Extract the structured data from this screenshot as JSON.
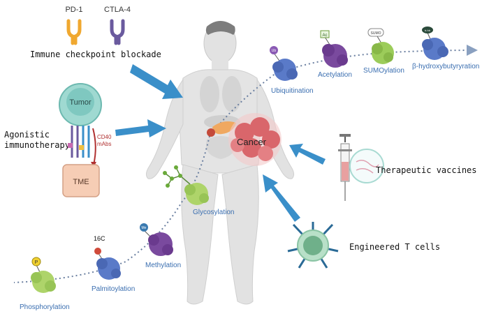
{
  "checkpoint": {
    "pd1_label": "PD-1",
    "ctla4_label": "CTLA-4",
    "title": "Immune checkpoint blockade"
  },
  "agonistic": {
    "title_line1": "Agonistic",
    "title_line2": "immunotherapy",
    "tumor_label": "Tumor",
    "tme_label": "TME",
    "mabs_line1": "CD40",
    "mabs_line2": "mAbs"
  },
  "cancer_label": "Cancer",
  "vaccines_label": "Therapeutic vaccines",
  "tcells_label": "Engineered T cells",
  "modifications": {
    "ubiquitination": "Ubiquitination",
    "acetylation": "Acetylation",
    "sumoylation": "SUMOylation",
    "hydroxybutyrylation": "β-hydroxybutyryration",
    "glycosylation": "Glycosylation",
    "methylation": "Methylation",
    "palmitoylation": "Palmitoylation",
    "phosphorylation": "Phosphorylation"
  },
  "badges": {
    "ub": "Ub",
    "ac": "Ac",
    "sumo": "SUMO",
    "bhb": "b-hb",
    "me": "Me",
    "p": "P",
    "c16": "16C"
  },
  "colors": {
    "arrow": "#3a8fc9",
    "modification_text": "#3a6eb0",
    "body_fill": "#e4e4e4",
    "tumor_teal": "#7fc8c0",
    "tme_fill": "#f6cdb5",
    "cancer_red": "#d9666b",
    "pd1_orange": "#f0a830",
    "ctla4_purple": "#6a5a9e",
    "dotted_path": "#6a7fa0"
  }
}
